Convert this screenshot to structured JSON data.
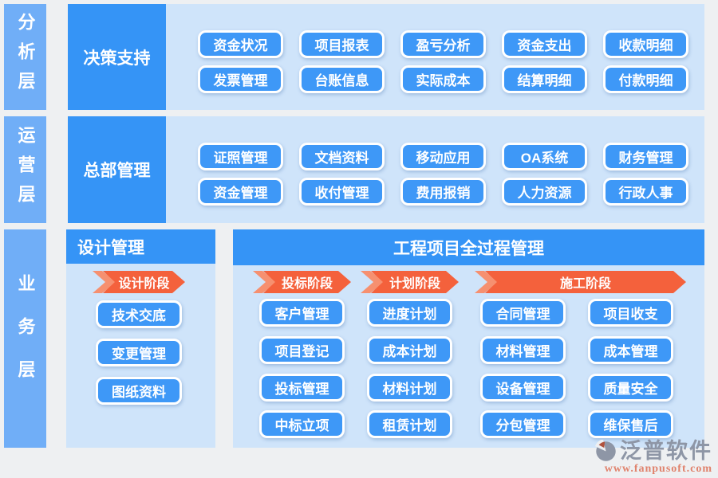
{
  "layers": [
    {
      "label": "分析层"
    },
    {
      "label": "运营层"
    },
    {
      "label": "业务层"
    }
  ],
  "sections": {
    "analysis": {
      "title": "决策支持",
      "rows": [
        [
          "资金状况",
          "项目报表",
          "盈亏分析",
          "资金支出",
          "收款明细"
        ],
        [
          "发票管理",
          "台账信息",
          "实际成本",
          "结算明细",
          "付款明细"
        ]
      ]
    },
    "operation": {
      "title": "总部管理",
      "rows": [
        [
          "证照管理",
          "文档资料",
          "移动应用",
          "OA系统",
          "财务管理"
        ],
        [
          "资金管理",
          "收付管理",
          "费用报销",
          "人力资源",
          "行政人事"
        ]
      ]
    },
    "design": {
      "title": "设计管理",
      "stage_label": "设计阶段",
      "items": [
        "技术交底",
        "变更管理",
        "图纸资料"
      ]
    },
    "project": {
      "title": "工程项目全过程管理",
      "stages": [
        {
          "label": "投标阶段",
          "items": [
            "客户管理",
            "项目登记",
            "投标管理",
            "中标立项"
          ]
        },
        {
          "label": "计划阶段",
          "items": [
            "进度计划",
            "成本计划",
            "材料计划",
            "租赁计划"
          ]
        },
        {
          "label": "施工阶段",
          "columns": [
            [
              "合同管理",
              "材料管理",
              "设备管理",
              "分包管理"
            ],
            [
              "项目收支",
              "成本管理",
              "质量安全",
              "维保售后"
            ]
          ]
        }
      ]
    }
  },
  "logo": {
    "company": "泛普软件",
    "website": "www.fanpusoft.com"
  },
  "colors": {
    "page_bg": "#eef0f2",
    "layer_bar_blue": "#70aef7",
    "header_blue": "#3594f6",
    "panel_bg_blue": "#cfe4fa",
    "button_blue": "#3e98f7",
    "arrow_orange": "#f4613c",
    "arrow_lead_orange": "#f69070",
    "logo_gray": "#8e96a6",
    "logo_red": "#b0523c",
    "url_salmon": "#e0826c"
  }
}
